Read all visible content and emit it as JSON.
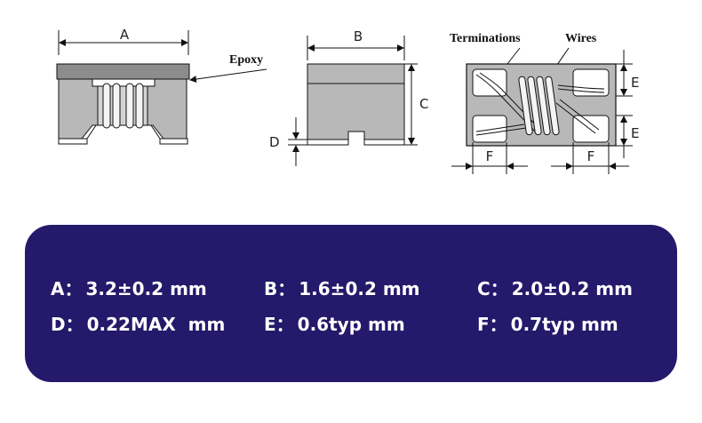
{
  "diagram": {
    "labels": {
      "a": "A",
      "b": "B",
      "c": "C",
      "d": "D",
      "e_top": "E",
      "e_bottom": "E",
      "f_left": "F",
      "f_right": "F",
      "epoxy": "Epoxy",
      "terminations": "Terminations",
      "wires": "Wires"
    },
    "colors": {
      "body": "#b8b8b8",
      "epoxy": "#8c8c8c",
      "line": "#111111"
    }
  },
  "specs": {
    "panel_color": "#24196a",
    "items": [
      {
        "key": "A",
        "value": "3.2±0.2 mm"
      },
      {
        "key": "B",
        "value": "1.6±0.2 mm"
      },
      {
        "key": "C",
        "value": "2.0±0.2 mm"
      },
      {
        "key": "D",
        "value": "0.22MAX  mm"
      },
      {
        "key": "E",
        "value": "0.6typ mm"
      },
      {
        "key": "F",
        "value": "0.7typ mm"
      }
    ]
  }
}
